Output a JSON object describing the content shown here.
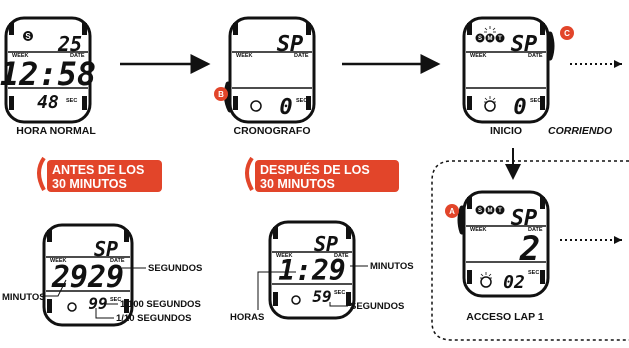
{
  "labels": {
    "hora_normal": "HORA NORMAL",
    "cronografo": "CRONOGRAFO",
    "inicio": "INICIO",
    "corriendo": "CORRIENDO",
    "acceso_lap": "ACCESO LAP 1"
  },
  "badges": {
    "antes": [
      "ANTES DE LOS",
      "30 MINUTOS"
    ],
    "despues": [
      "DESPUÉS DE LOS",
      "30 MINUTOS"
    ]
  },
  "buttons": {
    "a": "A",
    "b": "B",
    "c": "C",
    "s": "S"
  },
  "indicators": {
    "smt": [
      "S",
      "M",
      "T"
    ]
  },
  "watch_text": {
    "week": "WEEK",
    "date": "DATE",
    "sec": "SEC"
  },
  "watches": {
    "normal": {
      "top": "25",
      "main": "12:58",
      "bottom": "48"
    },
    "crono": {
      "top": "SP",
      "bottom": "0"
    },
    "inicio": {
      "top": "SP",
      "bottom": "0"
    },
    "lap": {
      "top": "SP",
      "main": "2",
      "bottom": "02"
    },
    "antes": {
      "top": "SP",
      "main": "2929",
      "bottom": "99"
    },
    "despues": {
      "top": "SP",
      "main": "1:29",
      "bottom": "59"
    }
  },
  "callouts": {
    "antes": {
      "segundos": "SEGUNDOS",
      "minutos": "MINUTOS",
      "centesimas": "1/100 SEGUNDOS",
      "decimas": "1/10 SEGUNDOS"
    },
    "despues": {
      "minutos": "MINUTOS",
      "horas": "HORAS",
      "segundos": "SEGUNDOS"
    }
  },
  "colors": {
    "accent": "#e2452a",
    "ink": "#111111"
  }
}
